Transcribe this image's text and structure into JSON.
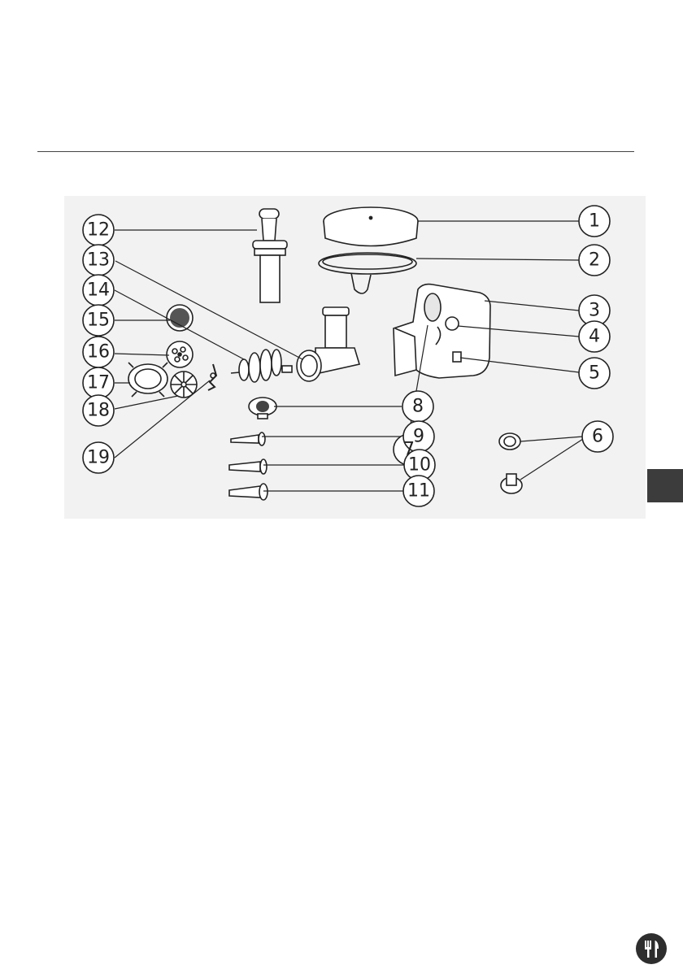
{
  "diagram": {
    "callouts": [
      {
        "id": "1",
        "label": "1"
      },
      {
        "id": "2",
        "label": "2"
      },
      {
        "id": "3",
        "label": "3"
      },
      {
        "id": "4",
        "label": "4"
      },
      {
        "id": "5",
        "label": "5"
      },
      {
        "id": "6",
        "label": "6"
      },
      {
        "id": "7",
        "label": "7"
      },
      {
        "id": "8",
        "label": "8"
      },
      {
        "id": "9",
        "label": "9"
      },
      {
        "id": "10",
        "label": "10"
      },
      {
        "id": "11",
        "label": "11"
      },
      {
        "id": "12",
        "label": "12"
      },
      {
        "id": "13",
        "label": "13"
      },
      {
        "id": "14",
        "label": "14"
      },
      {
        "id": "15",
        "label": "15"
      },
      {
        "id": "16",
        "label": "16"
      },
      {
        "id": "17",
        "label": "17"
      },
      {
        "id": "18",
        "label": "18"
      },
      {
        "id": "19",
        "label": "19"
      }
    ]
  },
  "colors": {
    "panel_background": "#f2f2f2",
    "line": "#222222",
    "side_tab": "#3c3c3c",
    "logo": "#2e2e2e"
  },
  "icons": {
    "footer": "cutlery-icon"
  }
}
